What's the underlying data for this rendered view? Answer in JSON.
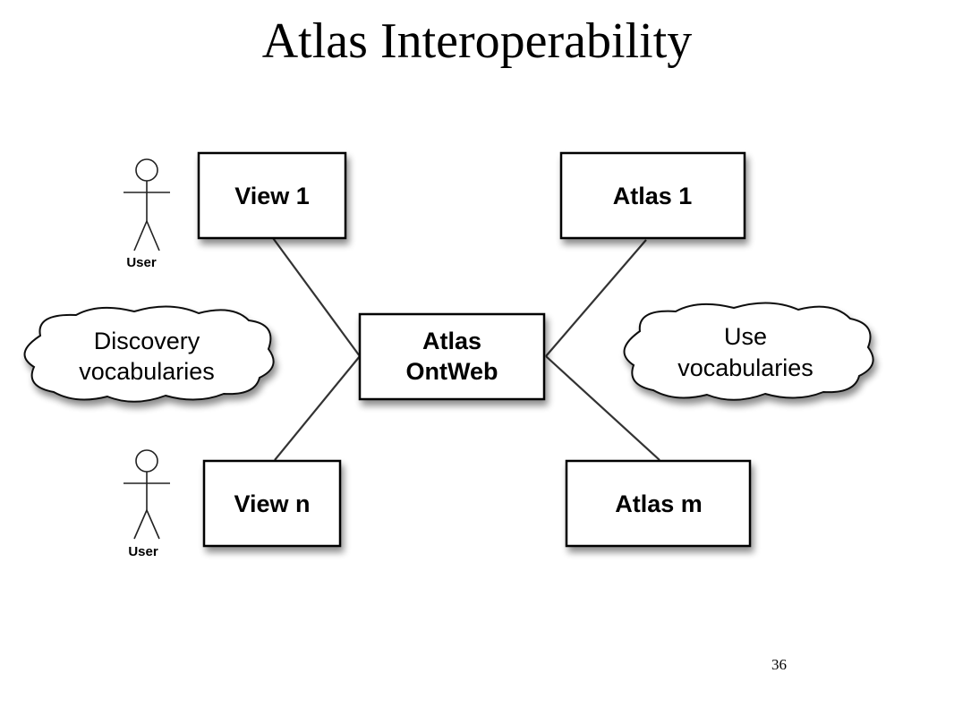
{
  "title": "Atlas Interoperability",
  "page_number": "36",
  "nodes": {
    "view_1": "View 1",
    "view_n": "View n",
    "atlas_1": "Atlas 1",
    "atlas_m": "Atlas m",
    "hub_line1": "Atlas",
    "hub_line2": "OntWeb"
  },
  "clouds": {
    "left_line1": "Discovery",
    "left_line2": "vocabularies",
    "right_line1": "Use",
    "right_line2": "vocabularies"
  },
  "actors": {
    "top_label": "User",
    "bottom_label": "User"
  }
}
